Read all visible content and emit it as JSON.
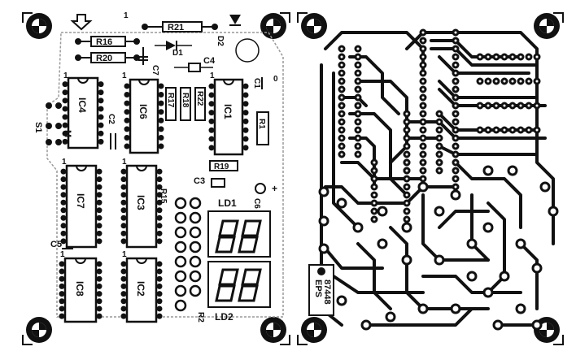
{
  "component_side": {
    "labels": {
      "r16": "R16",
      "r20": "R20",
      "r21": "R21",
      "d1": "D1",
      "d2": "D2",
      "c7": "C7",
      "c4": "C4",
      "c1": "C1",
      "ic4": "IC4",
      "ic6": "IC6",
      "r17": "R17",
      "r18": "R18",
      "r22": "R22",
      "ic1": "IC1",
      "r1": "R1",
      "c2": "C2",
      "s1": "S1",
      "m": "M",
      "c3": "C3",
      "r19": "R19",
      "c6": "C6",
      "ic7": "IC7",
      "ic3": "IC3",
      "r15": "R15",
      "ld1": "LD1",
      "c5": "C5",
      "ic8": "IC8",
      "ic2": "IC2",
      "r2": "R2",
      "ld2": "LD2"
    },
    "pin_marks": {
      "one": "1",
      "zero": "0",
      "plus": "+"
    }
  },
  "copper_side": {
    "code_line1": "EPS",
    "code_line2": "87448"
  },
  "colors": {
    "ink": "#111111",
    "paper": "#ffffff"
  }
}
